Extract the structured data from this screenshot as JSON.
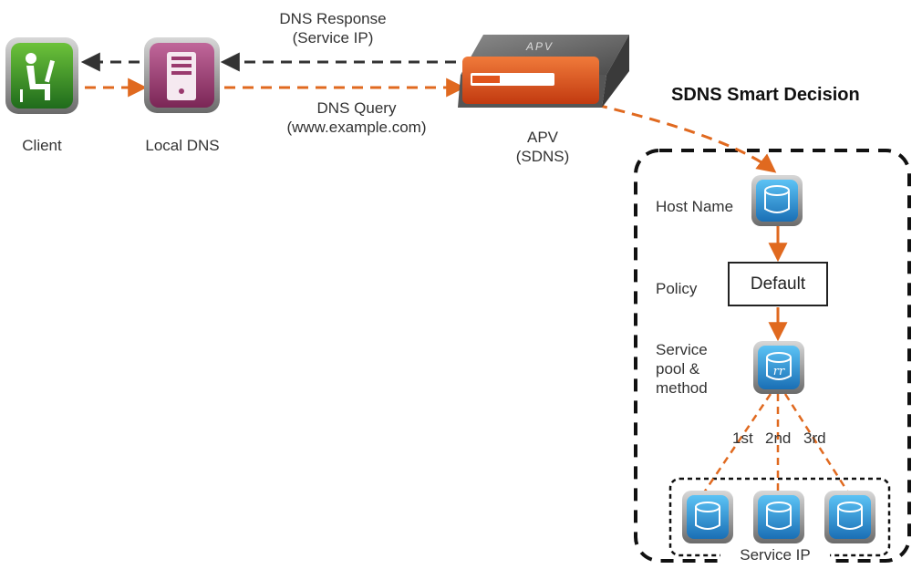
{
  "labels": {
    "client": "Client",
    "local_dns": "Local DNS",
    "apv_line1": "APV",
    "apv_line2": "(SDNS)",
    "apv_face": "APV",
    "dns_response_line1": "DNS Response",
    "dns_response_line2": "(Service IP)",
    "dns_query_line1": "DNS Query",
    "dns_query_line2": "(www.example.com)",
    "title": "SDNS Smart Decision",
    "host_name": "Host Name",
    "policy": "Policy",
    "policy_value": "Default",
    "service_pool_line1": "Service",
    "service_pool_line2": "pool &",
    "service_pool_line3": "method",
    "order_1": "1st",
    "order_2": "2nd",
    "order_3": "3rd",
    "service_ip": "Service IP"
  },
  "icons": {
    "client": "person-at-computer-icon",
    "local_dns": "server-icon",
    "apv": "appliance-icon",
    "host_name": "database-icon",
    "service_pool": "database-pool-icon",
    "service_ip": "database-icon"
  },
  "colors": {
    "query_arrow": "#e0691f",
    "response_arrow": "#333333",
    "client_green": "#2f8a2a",
    "dns_purple": "#9a3a6e",
    "apv_orange": "#e0541c",
    "db_blue": "#2a95d8",
    "border_dash": "#111111"
  }
}
